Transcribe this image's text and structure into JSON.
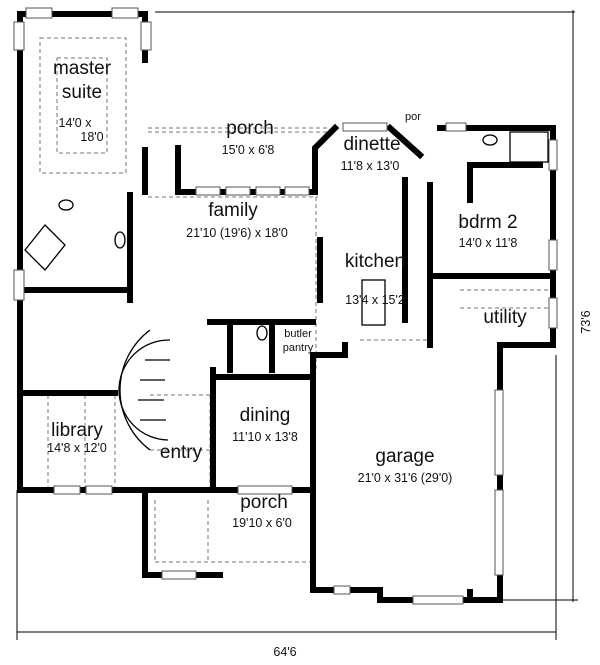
{
  "rooms": {
    "master_suite": {
      "name_line1": "master",
      "name_line2": "suite",
      "dim_line1": "14'0 x",
      "dim_line2": "18'0"
    },
    "rear_porch": {
      "name": "porch",
      "dim": "15'0 x 6'8"
    },
    "dinette": {
      "name": "dinette",
      "dim": "11'8 x 13'0"
    },
    "small_porch": {
      "name": "por"
    },
    "family": {
      "name": "family",
      "dim": "21'10 (19'6) x 18'0"
    },
    "bedroom_2": {
      "name": "bdrm 2",
      "dim": "14'0 x 11'8"
    },
    "kitchen": {
      "name": "kitchen",
      "dim": "13'4 x 15'2"
    },
    "utility": {
      "name": "utility"
    },
    "butler_pantry": {
      "name_line1": "butler",
      "name_line2": "pantry"
    },
    "dining": {
      "name": "dining",
      "dim": "11'10 x 13'8"
    },
    "library": {
      "name": "library",
      "dim": "14'8 x 12'0"
    },
    "entry": {
      "name": "entry"
    },
    "garage": {
      "name": "garage",
      "dim": "21'0 x 31'6 (29'0)"
    },
    "front_porch": {
      "name": "porch",
      "dim": "19'10 x 6'0"
    }
  },
  "dimensions": {
    "overall_width": "64'6",
    "overall_depth": "73'6"
  }
}
